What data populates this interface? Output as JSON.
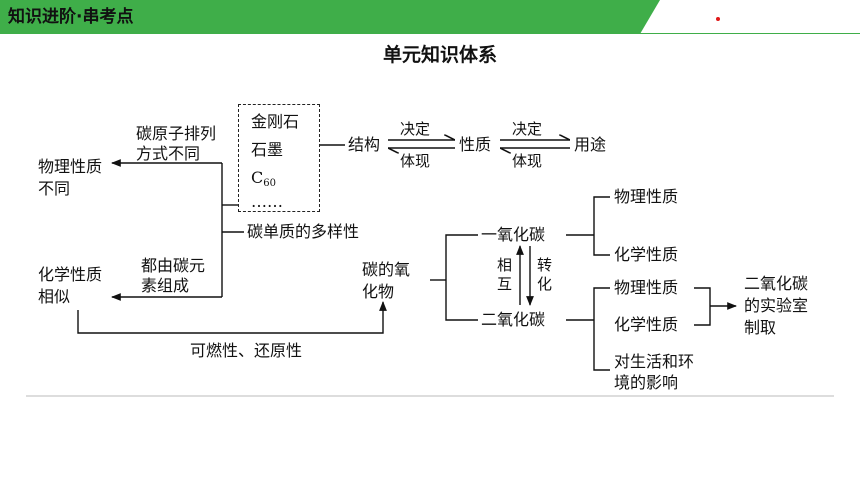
{
  "header": {
    "section": "知识进阶·串考点",
    "page_title": "单元知识体系",
    "banner_color": "#3fae49",
    "accent_color": "#e01818"
  },
  "diagram": {
    "allotropes": {
      "diamond": "金刚石",
      "graphite": "石墨",
      "c60_main": "C",
      "c60_sub": "60",
      "more": "……"
    },
    "chain": {
      "structure": "结构",
      "property": "性质",
      "use": "用途",
      "decides": "决定",
      "reflects": "体现"
    },
    "left": {
      "physical_diff_reason_1": "碳原子排列",
      "physical_diff_reason_2": "方式不同",
      "physical_diff_1": "物理性质",
      "physical_diff_2": "不同",
      "chemical_same_reason_1": "都由碳元",
      "chemical_same_reason_2": "素组成",
      "chemical_same_1": "化学性质",
      "chemical_same_2": "相似",
      "diversity": "碳单质的多样性",
      "flammability": "可燃性、还原性"
    },
    "oxides": {
      "label_1": "碳的氧",
      "label_2": "化物",
      "co": "一氧化碳",
      "co2": "二氧化碳",
      "mutual": "相互",
      "convert": "转化"
    },
    "co_branch": {
      "physical": "物理性质",
      "chemical": "化学性质"
    },
    "co2_branch": {
      "physical": "物理性质",
      "chemical": "化学性质",
      "impact_1": "对生活和环",
      "impact_2": "境的影响",
      "lab_1": "二氧化碳",
      "lab_2": "的实验室",
      "lab_3": "制取"
    }
  }
}
